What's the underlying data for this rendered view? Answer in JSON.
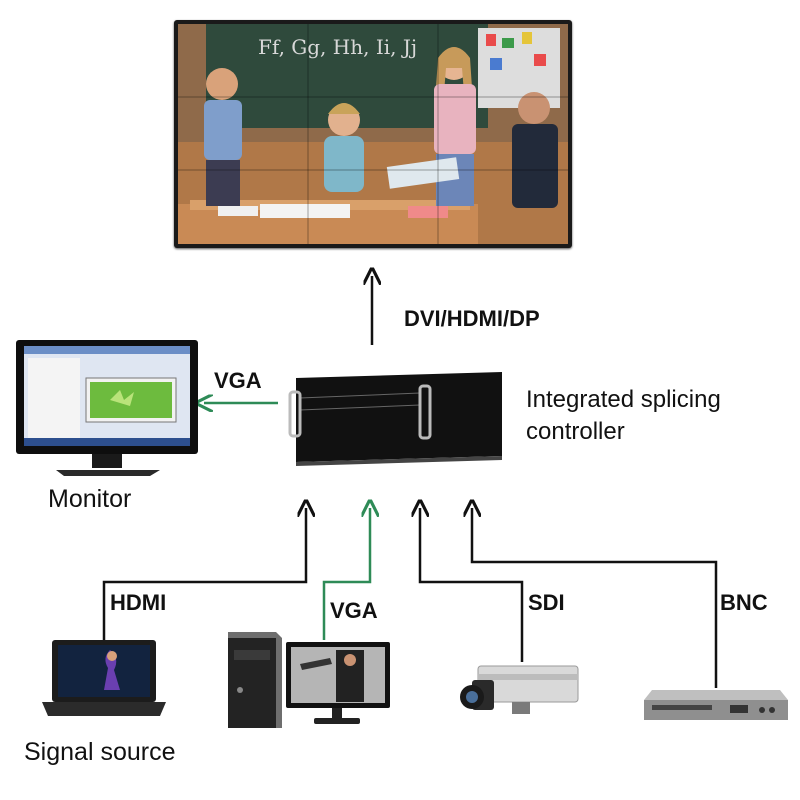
{
  "labels": {
    "output": "DVI/HDMI/DP",
    "monitor_link": "VGA",
    "controller": [
      "Integrated splicing",
      "controller"
    ],
    "monitor": "Monitor",
    "hdmi": "HDMI",
    "vga_in": "VGA",
    "sdi": "SDI",
    "bnc": "BNC",
    "signal_source": "Signal source"
  },
  "wall_text": "Ff, Gg, Hh, Ii, Jj",
  "colors": {
    "arrow_black": "#111111",
    "arrow_green": "#2e8b57",
    "controller_body": "#111111",
    "chalkboard": "#2f4a3c",
    "wood_wall": "#b07848"
  },
  "icons": [
    "video-wall",
    "splicing-controller",
    "monitor",
    "laptop",
    "desktop-pc",
    "cctv-camera",
    "dvd-player"
  ]
}
